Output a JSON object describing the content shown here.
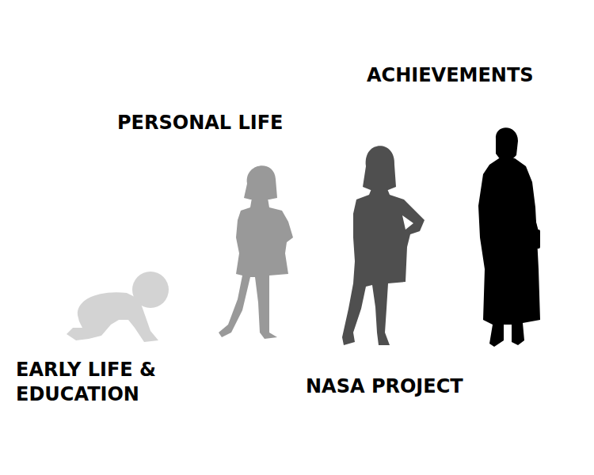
{
  "diagram": {
    "labels": [
      "EARLY LIFE & EDUCATION",
      "PERSONAL LIFE",
      "NASA PROJECT",
      "ACHIEVEMENTS"
    ]
  }
}
